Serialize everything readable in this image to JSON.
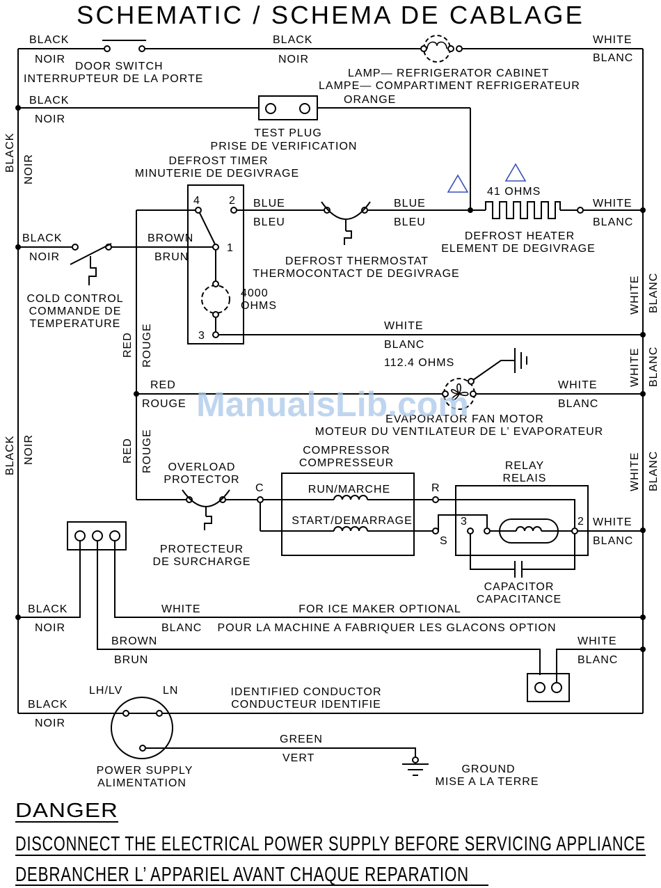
{
  "title": "SCHEMATIC / SCHEMA DE CABLAGE",
  "watermark": "ManualsLib.com",
  "wires": {
    "black": "BLACK",
    "noir": "NOIR",
    "white": "WHITE",
    "blanc": "BLANC",
    "blue": "BLUE",
    "bleu": "BLEU",
    "brown": "BROWN",
    "brun": "BRUN",
    "red": "RED",
    "rouge": "ROUGE",
    "orange": "ORANGE",
    "green": "GREEN",
    "vert": "VERT"
  },
  "components": {
    "door_switch": [
      "DOOR SWITCH",
      "INTERRUPTEUR DE LA PORTE"
    ],
    "lamp": [
      "LAMP— REFRIGERATOR CABINET",
      "LAMPE— COMPARTIMENT REFRIGERATEUR"
    ],
    "test_plug": [
      "TEST PLUG",
      "PRISE DE VERIFICATION"
    ],
    "defrost_timer": [
      "DEFROST TIMER",
      "MINUTERIE DE DEGIVRAGE"
    ],
    "timer_terminals": [
      "4",
      "2",
      "1",
      "3"
    ],
    "timer_motor": [
      "4000",
      "OHMS"
    ],
    "defrost_thermostat": [
      "DEFROST THERMOSTAT",
      "THERMOCONTACT DE DEGIVRAGE"
    ],
    "defrost_heater": [
      "DEFROST HEATER",
      "ELEMENT DE DEGIVRAGE"
    ],
    "heater_ohms": "41 OHMS",
    "cold_control": [
      "COLD CONTROL",
      "COMMANDE DE",
      "TEMPERATURE"
    ],
    "fan_ohms": "112.4 OHMS",
    "fan_motor": [
      "EVAPORATOR FAN MOTOR",
      "MOTEUR DU VENTILATEUR DE L’ EVAPORATEUR"
    ],
    "overload": [
      "OVERLOAD",
      "PROTECTOR",
      "PROTECTEUR",
      "DE SURCHARGE"
    ],
    "compressor": [
      "COMPRESSOR",
      "COMPRESSEUR"
    ],
    "run": "RUN/MARCHE",
    "start": "START/DEMARRAGE",
    "comp_terminals": [
      "C",
      "R",
      "S"
    ],
    "relay": [
      "RELAY",
      "RELAIS"
    ],
    "relay_terminals": [
      "3",
      "2"
    ],
    "capacitor": [
      "CAPACITOR",
      "CAPACITANCE"
    ],
    "ice_maker": [
      "FOR ICE MAKER OPTIONAL",
      "POUR LA MACHINE A FABRIQUER LES GLACONS OPTION"
    ],
    "identified": [
      "IDENTIFIED CONDUCTOR",
      "CONDUCTEUR IDENTIFIE"
    ],
    "plug_pins": [
      "LH/LV",
      "LN"
    ],
    "power_supply": [
      "POWER SUPPLY",
      "ALIMENTATION"
    ],
    "ground": [
      "GROUND",
      "MISE A LA TERRE"
    ]
  },
  "danger": {
    "heading": "DANGER",
    "line1": "DISCONNECT THE ELECTRICAL POWER SUPPLY BEFORE SERVICING APPLIANCE",
    "line2": "DEBRANCHER L’ APPARIEL AVANT CHAQUE REPARATION"
  },
  "colors": {
    "line": "#000000",
    "background": "#ffffff",
    "watermark": "#aac8ea",
    "warning_triangle": "#3a4fb8"
  }
}
